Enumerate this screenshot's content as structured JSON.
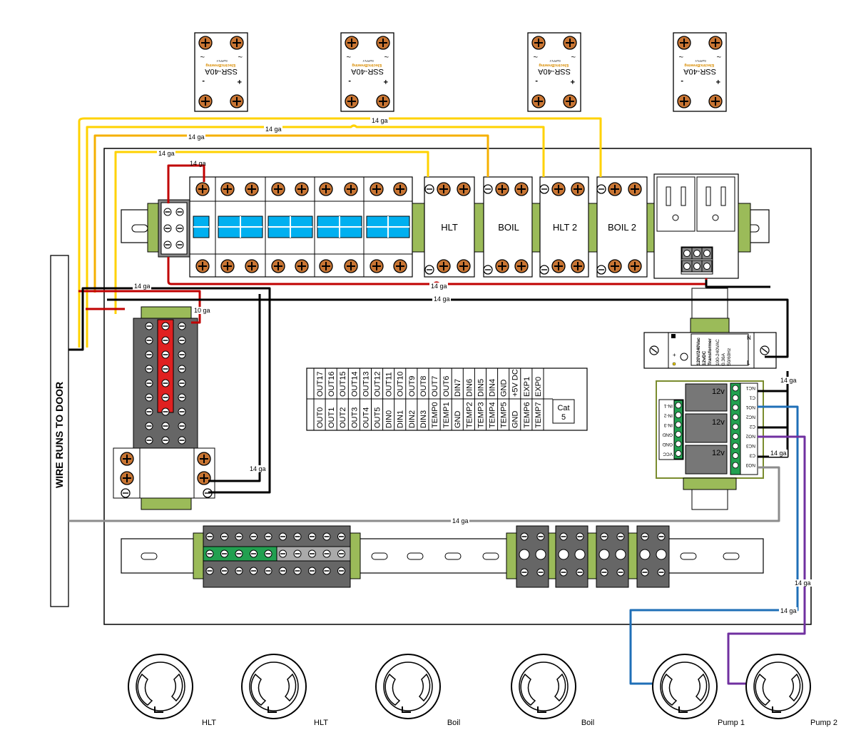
{
  "ssr": {
    "sign_minus": "-",
    "sign_plus": "+",
    "model": "SSR-40A",
    "brand": "ElectricBrewing",
    "brand_sub": "SUPPLY",
    "tilde": "~"
  },
  "breakers": {
    "labels": [
      "HLT",
      "BOIL",
      "HLT 2",
      "BOIL 2"
    ]
  },
  "wire_labels": {
    "ga14": "14 ga",
    "ga10": "10 ga"
  },
  "door_label": "WIRE RUNS TO DOOR",
  "controller": {
    "top_row": [
      "OUT17",
      "OUT16",
      "OUT15",
      "OUT14",
      "OUT13",
      "OUT12",
      "OUT11",
      "OUT10",
      "OUT9",
      "OUT8",
      "OUT7",
      "OUT6",
      "DIN7",
      "DIN6",
      "DIN5",
      "DIN4",
      "GND",
      "+5V DC",
      "EXP1",
      "EXP0"
    ],
    "bottom_row": [
      "OUT0",
      "OUT1",
      "OUT2",
      "OUT3",
      "OUT4",
      "OUT5",
      "DIN0",
      "DIN1",
      "DIN2",
      "DIN3",
      "TEMP0",
      "TEMP1",
      "GND",
      "TEMP2",
      "TEMP3",
      "TEMP4",
      "TEMP5",
      "GND",
      "TEMP6",
      "TEMP7"
    ],
    "cat_label": "Cat",
    "cat_num": "5"
  },
  "transformer": {
    "lines": [
      "120V/240Vac",
      "12vDC",
      "Transformer",
      "100-240VAC",
      "0.36A",
      "50/60Hz"
    ],
    "n_label": "N",
    "l_label": "L"
  },
  "relay": {
    "coil_label": "12v",
    "right_pins": [
      "NC1",
      "C1",
      "NO1",
      "NC2",
      "C2",
      "NO2",
      "NC3",
      "C3",
      "NO3"
    ],
    "left_pins": [
      "IN-1",
      "IN-2",
      "IN-3",
      "GND",
      "GND",
      "VCC"
    ]
  },
  "outlets": {
    "labels": [
      "HLT",
      "HLT",
      "Boil",
      "Boil",
      "Pump 1",
      "Pump 2"
    ]
  },
  "colors": {
    "yellow_wire": "#ffd200",
    "orange_wire": "#f5b000",
    "red_wire": "#c00000",
    "black_wire": "#000000",
    "gray_wire": "#8c8c8c",
    "blue_wire": "#1f6fb7",
    "purple_wire": "#7030a0",
    "din_green": "#9bbb59",
    "breaker_blue": "#00b0f0",
    "terminal_red": "#e02020",
    "terminal_green": "#22a050",
    "copper": "#c87533"
  }
}
